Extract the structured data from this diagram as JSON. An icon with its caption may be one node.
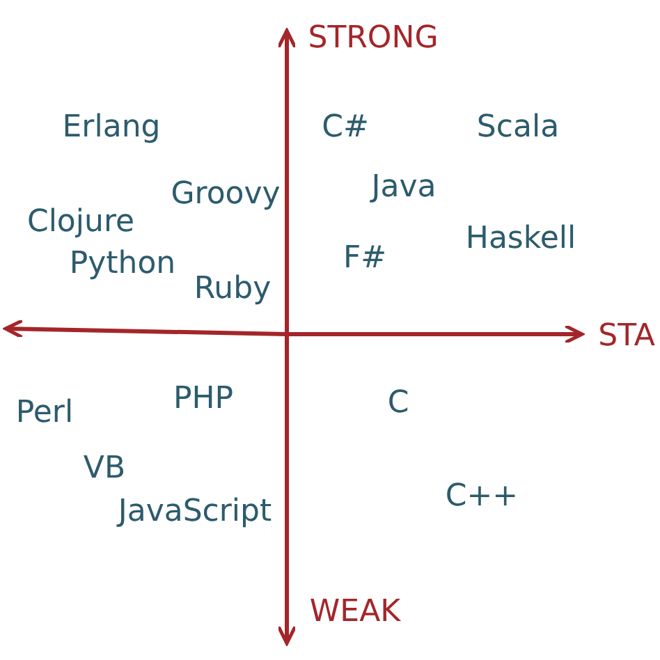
{
  "diagram": {
    "labels": [
      "STRONG",
      "C#",
      "Scala",
      "Erlang",
      "Java",
      "Groovy",
      "Clojure",
      "Haskell",
      "Python",
      "F#",
      "Ruby",
      "STA",
      "Perl",
      "PHP",
      "C",
      "VB",
      "JavaScript",
      "C++",
      "WEAK"
    ]
  }
}
